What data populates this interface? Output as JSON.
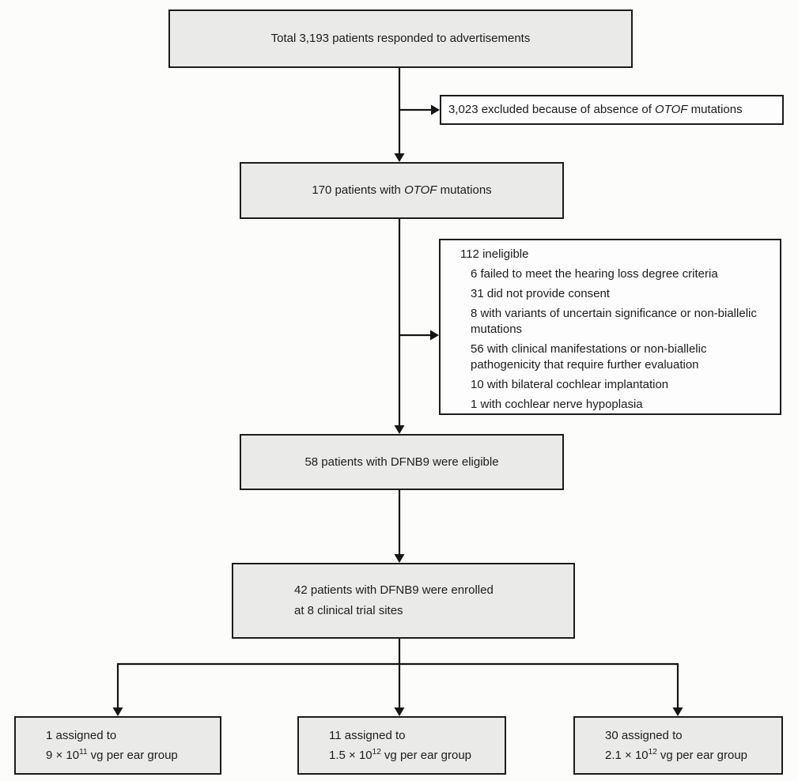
{
  "colors": {
    "box_fill": "#eaebe9",
    "box_border": "#1c1c1c",
    "connector_line": "#161616",
    "background": "#fcfcfb"
  },
  "flow": {
    "total": {
      "text": "Total 3,193 patients responded to advertisements"
    },
    "excluded": {
      "prefix": "3,023 excluded because of absence of ",
      "gene": "OTOF",
      "suffix": " mutations"
    },
    "otof_patients": {
      "prefix": "170 patients with ",
      "gene": "OTOF",
      "suffix": " mutations"
    },
    "ineligible": {
      "header": "112 ineligible",
      "items": [
        "6 failed to meet the hearing loss degree criteria",
        "31 did not provide consent",
        "8 with variants of uncertain significance or non-biallelic mutations",
        "56 with clinical manifestations or non-biallelic pathogenicity that require further evaluation",
        "10 with bilateral cochlear implantation",
        "1 with cochlear nerve hypoplasia"
      ]
    },
    "eligible": {
      "text": "58 patients with DFNB9 were eligible"
    },
    "enrolled": {
      "line1": "42 patients with DFNB9 were enrolled",
      "line2": "at 8 clinical trial sites"
    },
    "doses": [
      {
        "count_line": "1 assigned to",
        "dose_base": "9 × 10",
        "dose_exp": "11",
        "dose_suffix": " vg per ear group"
      },
      {
        "count_line": "11 assigned to",
        "dose_base": "1.5 × 10",
        "dose_exp": "12",
        "dose_suffix": " vg per ear group"
      },
      {
        "count_line": "30 assigned to",
        "dose_base": "2.1 × 10",
        "dose_exp": "12",
        "dose_suffix": " vg per ear group"
      }
    ]
  }
}
